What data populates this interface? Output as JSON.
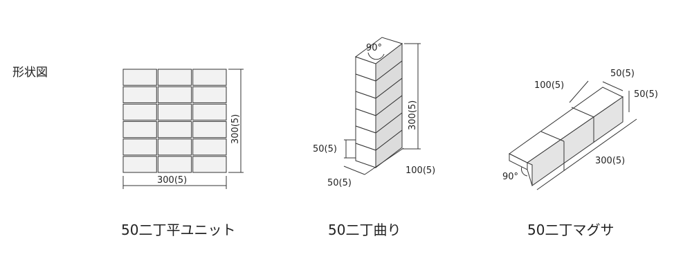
{
  "title": "形状図",
  "products": [
    {
      "caption": "50二丁平ユニット",
      "dims": {
        "height": "300(5)",
        "width": "300(5)"
      },
      "grid": {
        "rows": 6,
        "cols": 3
      }
    },
    {
      "caption": "50二丁曲り",
      "dims": {
        "angle": "90°",
        "height": "300(5)",
        "module": "50(5)",
        "side_a": "50(5)",
        "side_b": "100(5)"
      }
    },
    {
      "caption": "50二丁マグサ",
      "dims": {
        "top_width": "50(5)",
        "depth": "50(5)",
        "tile_length": "100(5)",
        "length": "300(5)",
        "angle": "90°"
      }
    }
  ],
  "colors": {
    "stroke": "#333333",
    "tile_fill": "#f2f2f2",
    "shade_fill": "#dcdcdc",
    "top_fill": "#ffffff"
  }
}
